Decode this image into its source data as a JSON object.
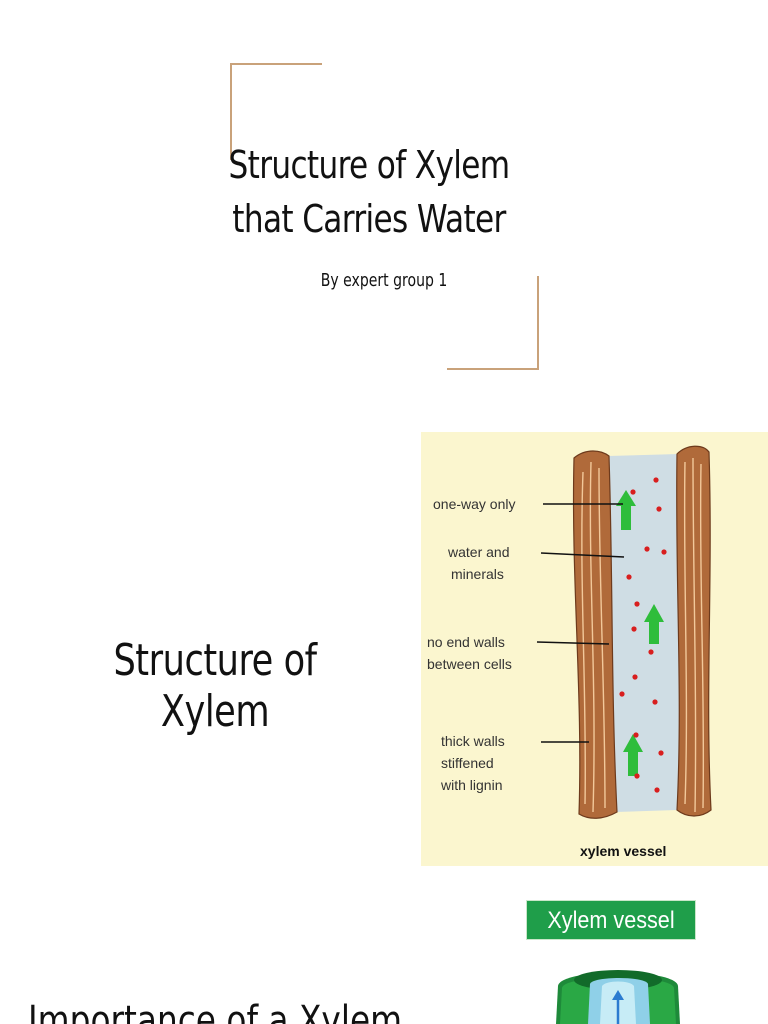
{
  "slide1": {
    "title_line1": "Structure of Xylem",
    "title_line2": "that Carries Water",
    "subtitle": "By expert group 1",
    "accent_color": "#c9a27a"
  },
  "slide2": {
    "heading": "Structure of Xylem",
    "diagram": {
      "labels": {
        "one_way": "one-way only",
        "water_1": "water and",
        "water_2": "minerals",
        "no_end_1": "no end walls",
        "no_end_2": "between cells",
        "thick_1": "thick walls",
        "thick_2": "stiffened",
        "thick_3": "with lignin"
      },
      "caption": "xylem vessel",
      "background_color": "#fbf6cf",
      "wall_color": "#b06a3a",
      "lumen_color": "#cfdde4",
      "arrow_color": "#2ebd3b",
      "dot_color": "#d81e1e"
    }
  },
  "slide3": {
    "heading": "Importance of a Xylem",
    "badge": "Xylem vessel",
    "badge_color": "#1f9e4a"
  }
}
